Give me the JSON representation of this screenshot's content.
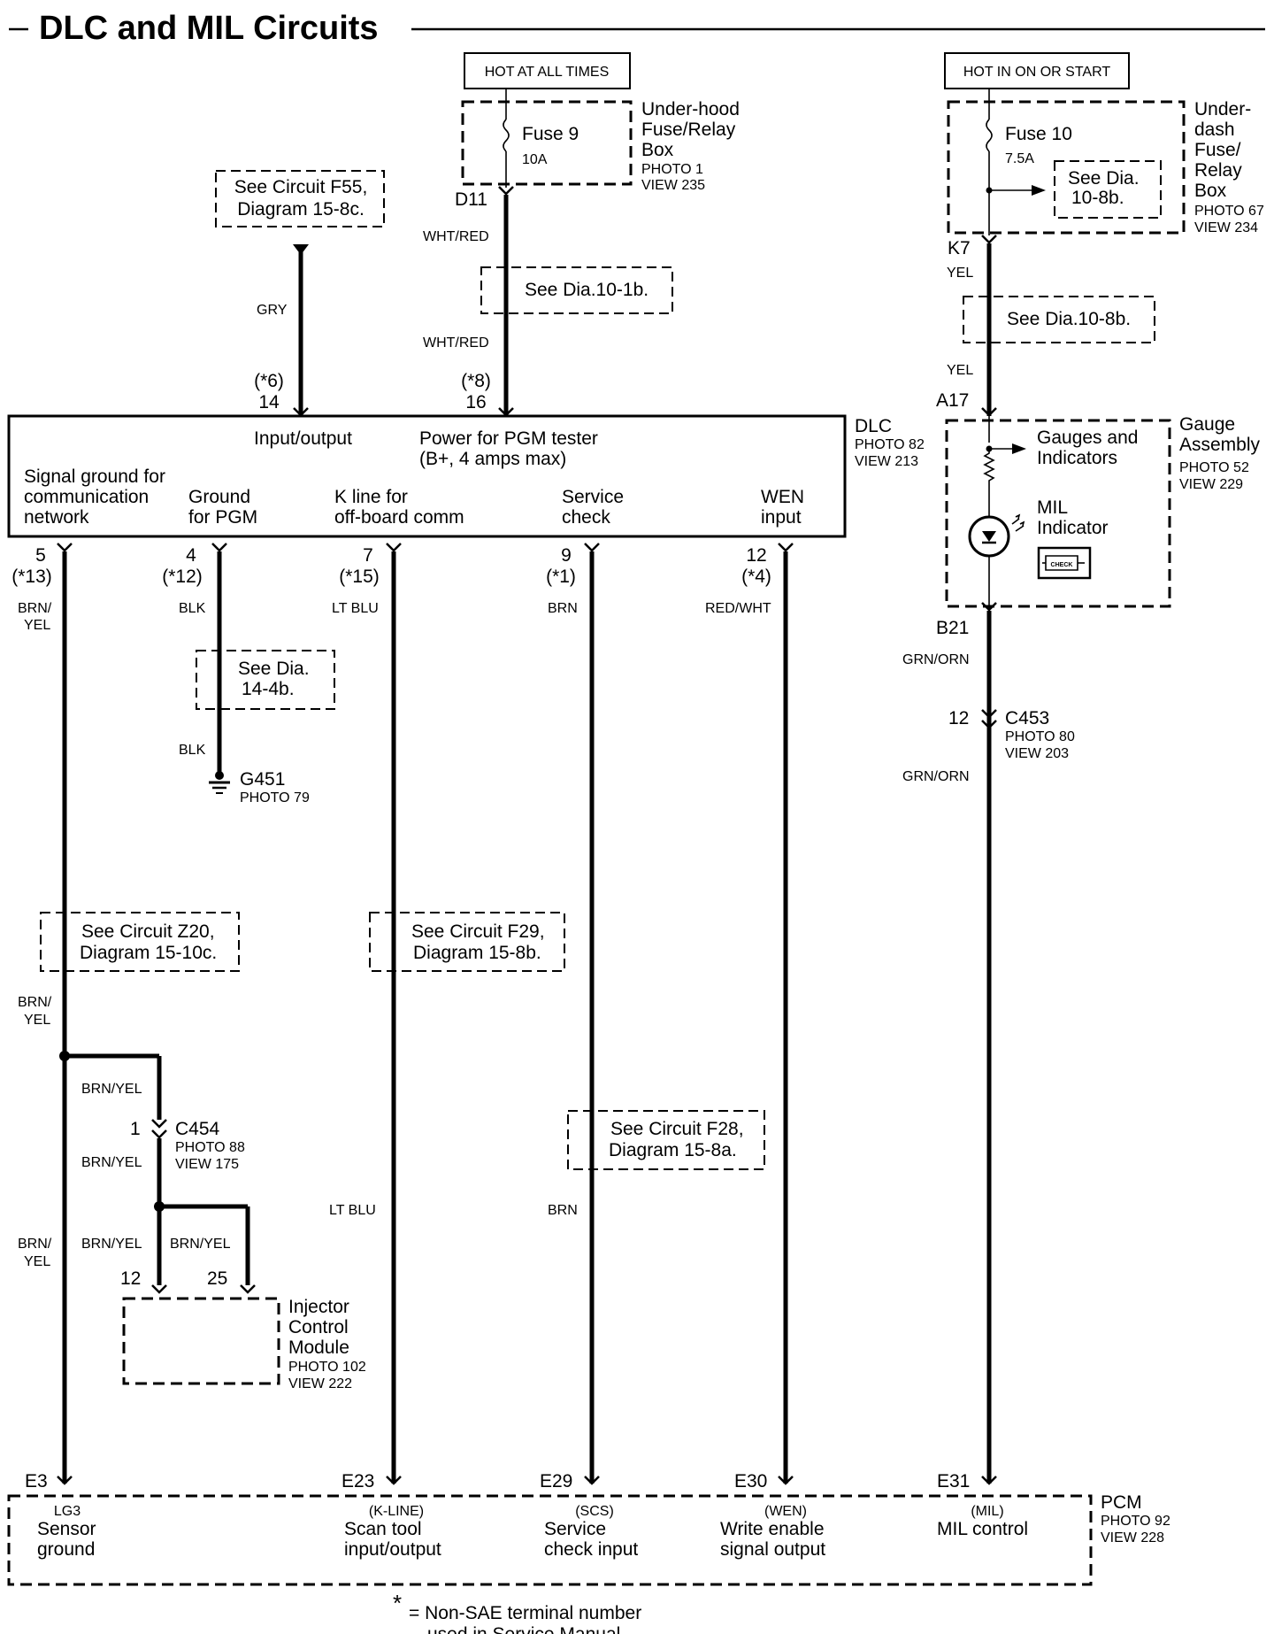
{
  "title": "DLC and MIL Circuits",
  "power": {
    "hot_at_all_times": "HOT AT ALL TIMES",
    "hot_in_on": "HOT IN ON OR START"
  },
  "underhood": {
    "fuse": "Fuse 9",
    "rating": "10A",
    "name_lines": [
      "Under-hood",
      "Fuse/Relay",
      "Box"
    ],
    "photo": "PHOTO 1",
    "view": "VIEW 235",
    "terminal": "D11"
  },
  "underdash": {
    "fuse": "Fuse 10",
    "rating": "7.5A",
    "ref_lines": [
      "See Dia.",
      "10-8b."
    ],
    "name_lines": [
      "Under-",
      "dash",
      "Fuse/",
      "Relay",
      "Box"
    ],
    "photo": "PHOTO 67",
    "view": "VIEW 234",
    "terminal": "K7"
  },
  "refs": {
    "f55": [
      "See Circuit F55,",
      "Diagram 15-8c."
    ],
    "dia10_1b": "See Dia.10-1b.",
    "dia10_8b": "See Dia.10-8b.",
    "dia14_4b": [
      "See Dia.",
      "14-4b."
    ],
    "z20": [
      "See Circuit Z20,",
      "Diagram 15-10c."
    ],
    "f29": [
      "See Circuit F29,",
      "Diagram 15-8b."
    ],
    "f28": [
      "See Circuit F28,",
      "Diagram 15-8a."
    ]
  },
  "wires": {
    "gry": "GRY",
    "wht_red": "WHT/RED",
    "yel": "YEL",
    "brn_yel_stack": [
      "BRN/",
      "YEL"
    ],
    "blk": "BLK",
    "lt_blu": "LT BLU",
    "brn": "BRN",
    "red_wht": "RED/WHT",
    "grn_orn": "GRN/ORN",
    "brn_yel": "BRN/YEL"
  },
  "dlc": {
    "name": "DLC",
    "photo": "PHOTO 82",
    "view": "VIEW 213",
    "top_pins": [
      {
        "paren": "(*6)",
        "num": "14"
      },
      {
        "paren": "(*8)",
        "num": "16"
      }
    ],
    "io_label": "Input/output",
    "power_lines": [
      "Power for PGM tester",
      "(B+, 4 amps max)"
    ],
    "signal_ground": [
      "Signal ground for",
      "communication",
      "network"
    ],
    "ground_pgm": [
      "Ground",
      "for PGM"
    ],
    "kline": [
      "K line for",
      "off-board comm"
    ],
    "service": [
      "Service",
      "check"
    ],
    "wen": [
      "WEN",
      "input"
    ],
    "bottom_pins": [
      {
        "num": "5",
        "paren": "(*13)"
      },
      {
        "num": "4",
        "paren": "(*12)"
      },
      {
        "num": "7",
        "paren": "(*15)"
      },
      {
        "num": "9",
        "paren": "(*1)"
      },
      {
        "num": "12",
        "paren": "(*4)"
      }
    ]
  },
  "gauge": {
    "terminal_top": "A17",
    "terminal_bottom": "B21",
    "gauges_lines": [
      "Gauges and",
      "Indicators"
    ],
    "mil_lines": [
      "MIL",
      "Indicator"
    ],
    "check_label": "CHECK",
    "name_lines": [
      "Gauge",
      "Assembly"
    ],
    "photo": "PHOTO 52",
    "view": "VIEW 229"
  },
  "c453": {
    "pin": "12",
    "name": "C453",
    "photo": "PHOTO 80",
    "view": "VIEW 203"
  },
  "g451": {
    "name": "G451",
    "photo": "PHOTO 79"
  },
  "c454": {
    "pin": "1",
    "name": "C454",
    "photo": "PHOTO 88",
    "view": "VIEW 175"
  },
  "icm": {
    "pins": [
      "12",
      "25"
    ],
    "name_lines": [
      "Injector",
      "Control",
      "Module"
    ],
    "photo": "PHOTO 102",
    "view": "VIEW 222"
  },
  "pcm": {
    "name": "PCM",
    "photo": "PHOTO 92",
    "view": "VIEW 228",
    "terminals": [
      "E3",
      "E23",
      "E29",
      "E30",
      "E31"
    ],
    "codes": [
      "LG3",
      "(K-LINE)",
      "(SCS)",
      "(WEN)",
      "(MIL)"
    ],
    "labels": [
      [
        "Sensor",
        "ground"
      ],
      [
        "Scan tool",
        "input/output"
      ],
      [
        "Service",
        "check input"
      ],
      [
        "Write enable",
        "signal output"
      ],
      [
        "MIL control",
        ""
      ]
    ]
  },
  "footnote": {
    "star": "*",
    "lines": [
      "=  Non-SAE terminal number",
      "used in Service Manual."
    ]
  }
}
